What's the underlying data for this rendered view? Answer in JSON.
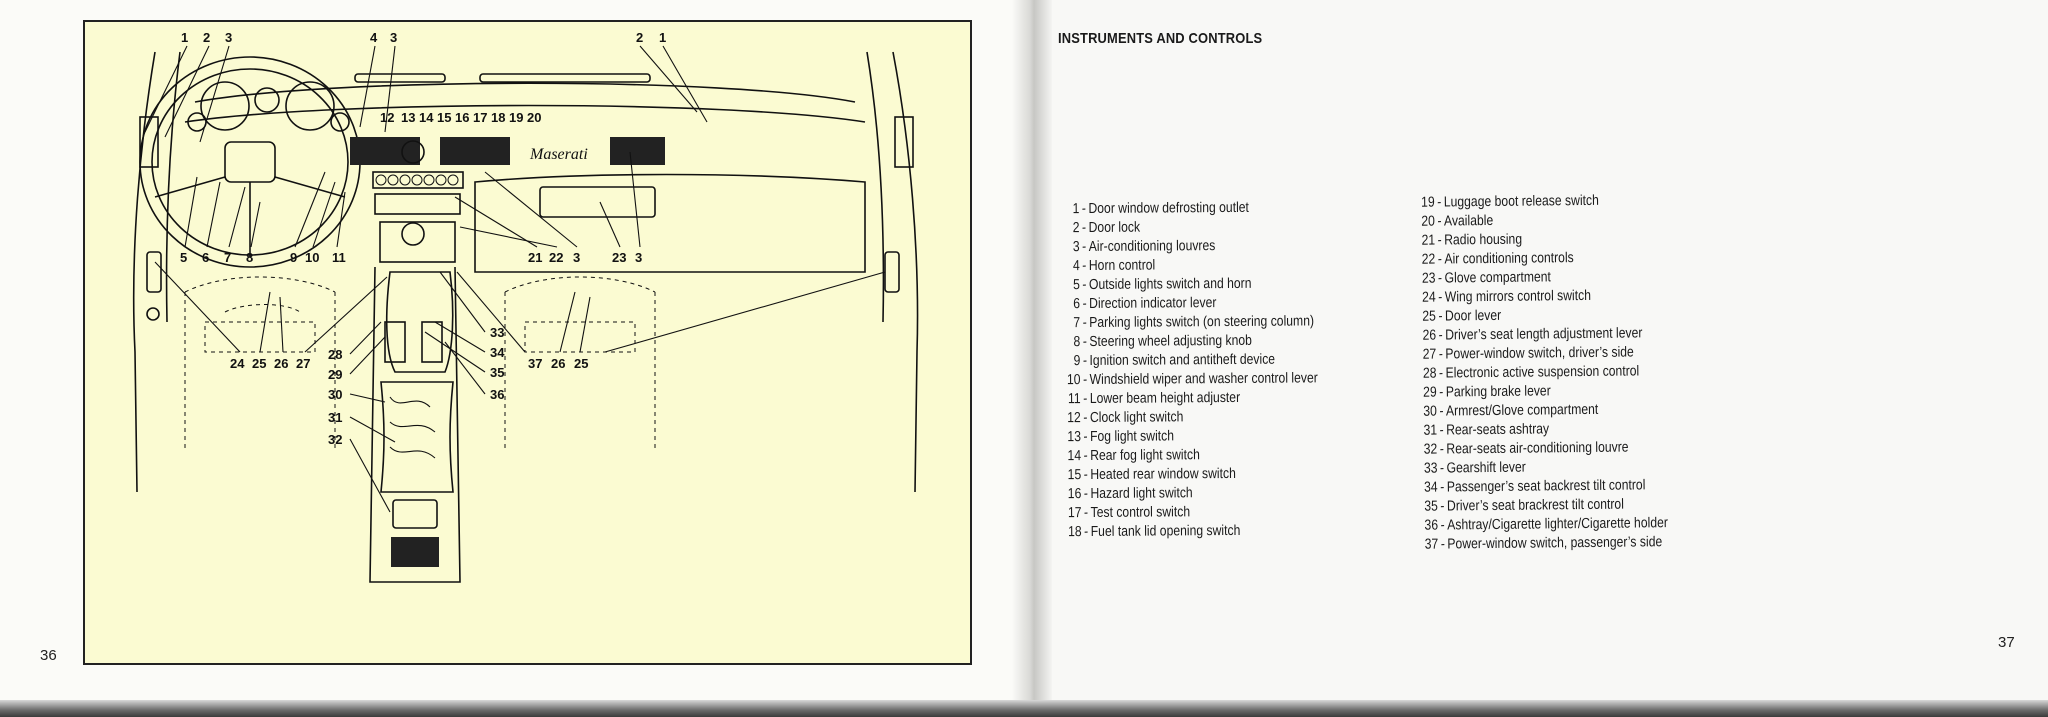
{
  "page_left_number": "36",
  "page_right_number": "37",
  "section_title": "INSTRUMENTS AND CONTROLS",
  "diagram": {
    "brand_script": "Maserati",
    "callouts": [
      "1",
      "2",
      "3",
      "4",
      "3",
      "12",
      "13",
      "14",
      "15",
      "16",
      "17",
      "18",
      "19",
      "20",
      "2",
      "1",
      "5",
      "6",
      "7",
      "8",
      "9",
      "10",
      "11",
      "21",
      "22",
      "3",
      "23",
      "3",
      "24",
      "25",
      "26",
      "27",
      "28",
      "29",
      "30",
      "31",
      "32",
      "33",
      "34",
      "35",
      "36",
      "37",
      "26",
      "25"
    ]
  },
  "legend": {
    "column1": [
      {
        "num": "1",
        "text": "Door window defrosting outlet"
      },
      {
        "num": "2",
        "text": "Door lock"
      },
      {
        "num": "3",
        "text": "Air-conditioning louvres"
      },
      {
        "num": "4",
        "text": "Horn control"
      },
      {
        "num": "5",
        "text": "Outside lights switch and horn"
      },
      {
        "num": "6",
        "text": "Direction indicator lever"
      },
      {
        "num": "7",
        "text": "Parking lights switch (on steering column)"
      },
      {
        "num": "8",
        "text": "Steering wheel adjusting knob"
      },
      {
        "num": "9",
        "text": "Ignition switch and antitheft device"
      },
      {
        "num": "10",
        "text": "Windshield wiper and washer control lever"
      },
      {
        "num": "11",
        "text": "Lower beam height adjuster"
      },
      {
        "num": "12",
        "text": "Clock light switch"
      },
      {
        "num": "13",
        "text": "Fog light switch"
      },
      {
        "num": "14",
        "text": "Rear fog light switch"
      },
      {
        "num": "15",
        "text": "Heated rear window switch"
      },
      {
        "num": "16",
        "text": "Hazard light switch"
      },
      {
        "num": "17",
        "text": "Test control switch"
      },
      {
        "num": "18",
        "text": "Fuel tank lid opening switch"
      }
    ],
    "column2": [
      {
        "num": "19",
        "text": "Luggage boot release switch"
      },
      {
        "num": "20",
        "text": "Available"
      },
      {
        "num": "21",
        "text": "Radio housing"
      },
      {
        "num": "22",
        "text": "Air conditioning controls"
      },
      {
        "num": "23",
        "text": "Glove compartment"
      },
      {
        "num": "24",
        "text": "Wing mirrors control switch"
      },
      {
        "num": "25",
        "text": "Door lever"
      },
      {
        "num": "26",
        "text": "Driver’s seat length adjustment lever"
      },
      {
        "num": "27",
        "text": "Power-window switch, driver’s side"
      },
      {
        "num": "28",
        "text": "Electronic active suspension control"
      },
      {
        "num": "29",
        "text": "Parking brake lever"
      },
      {
        "num": "30",
        "text": "Armrest/Glove compartment"
      },
      {
        "num": "31",
        "text": "Rear-seats ashtray"
      },
      {
        "num": "32",
        "text": "Rear-seats air-conditioning louvre"
      },
      {
        "num": "33",
        "text": "Gearshift lever"
      },
      {
        "num": "34",
        "text": "Passenger’s seat backrest tilt control"
      },
      {
        "num": "35",
        "text": "Driver’s seat brackrest tilt control"
      },
      {
        "num": "36",
        "text": "Ashtray/Cigarette lighter/Cigarette holder"
      },
      {
        "num": "37",
        "text": "Power-window switch, passenger’s side"
      }
    ]
  }
}
